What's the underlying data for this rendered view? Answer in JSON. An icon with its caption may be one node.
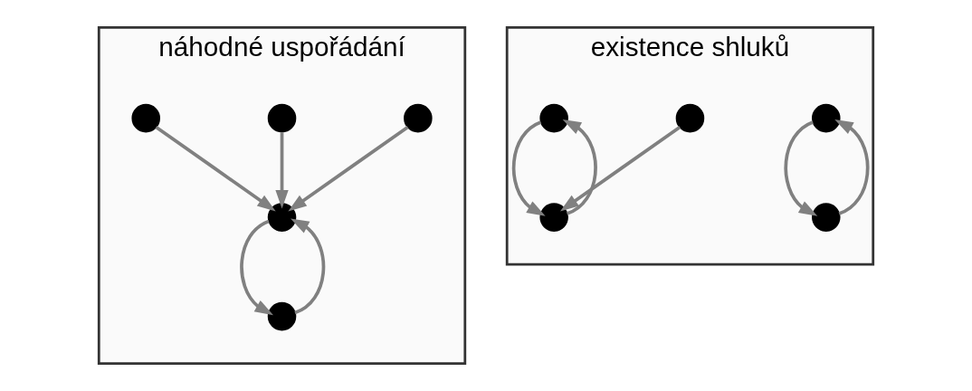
{
  "diagram": {
    "nodes": [
      {
        "text": [
          "náhodné uspořádání"
        ]
      },
      {
        "text": [],
        "shape": "circle",
        "in": 0
      },
      {
        "text": [],
        "shape": "circle",
        "in": 0
      },
      {
        "text": [],
        "shape": "circle",
        "in": 0
      },
      {
        "text": [],
        "shape": "circle",
        "in": 0
      },
      {
        "text": [],
        "shape": "circle",
        "in": 0
      },
      {
        "text": [
          "existence shluků"
        ]
      },
      {
        "text": [],
        "shape": "circle",
        "in": 6
      },
      {
        "text": [],
        "shape": "circle",
        "in": 6
      },
      {
        "text": [],
        "shape": "circle",
        "in": 6
      },
      {
        "text": [],
        "shape": "circle",
        "in": 6
      },
      {
        "text": [],
        "shape": "circle",
        "in": 6
      }
    ],
    "edges": [
      {
        "from": 2,
        "to": 3,
        "arrow": "to"
      },
      {
        "from": 1,
        "to": 3,
        "arrow": "to"
      },
      {
        "from": 5,
        "to": 3,
        "arrow": "to"
      },
      {
        "from": 3,
        "to": 4,
        "arrow": "to"
      },
      {
        "from": 4,
        "to": 3,
        "arrow": "to"
      },
      {
        "from": 7,
        "to": 8,
        "arrow": "to"
      },
      {
        "from": 8,
        "to": 7,
        "arrow": "to"
      },
      {
        "from": 9,
        "to": 11,
        "arrow": "to"
      },
      {
        "from": 11,
        "to": 10,
        "arrow": "to"
      },
      {
        "from": 10,
        "to": 11,
        "arrow": "to"
      }
    ]
  }
}
